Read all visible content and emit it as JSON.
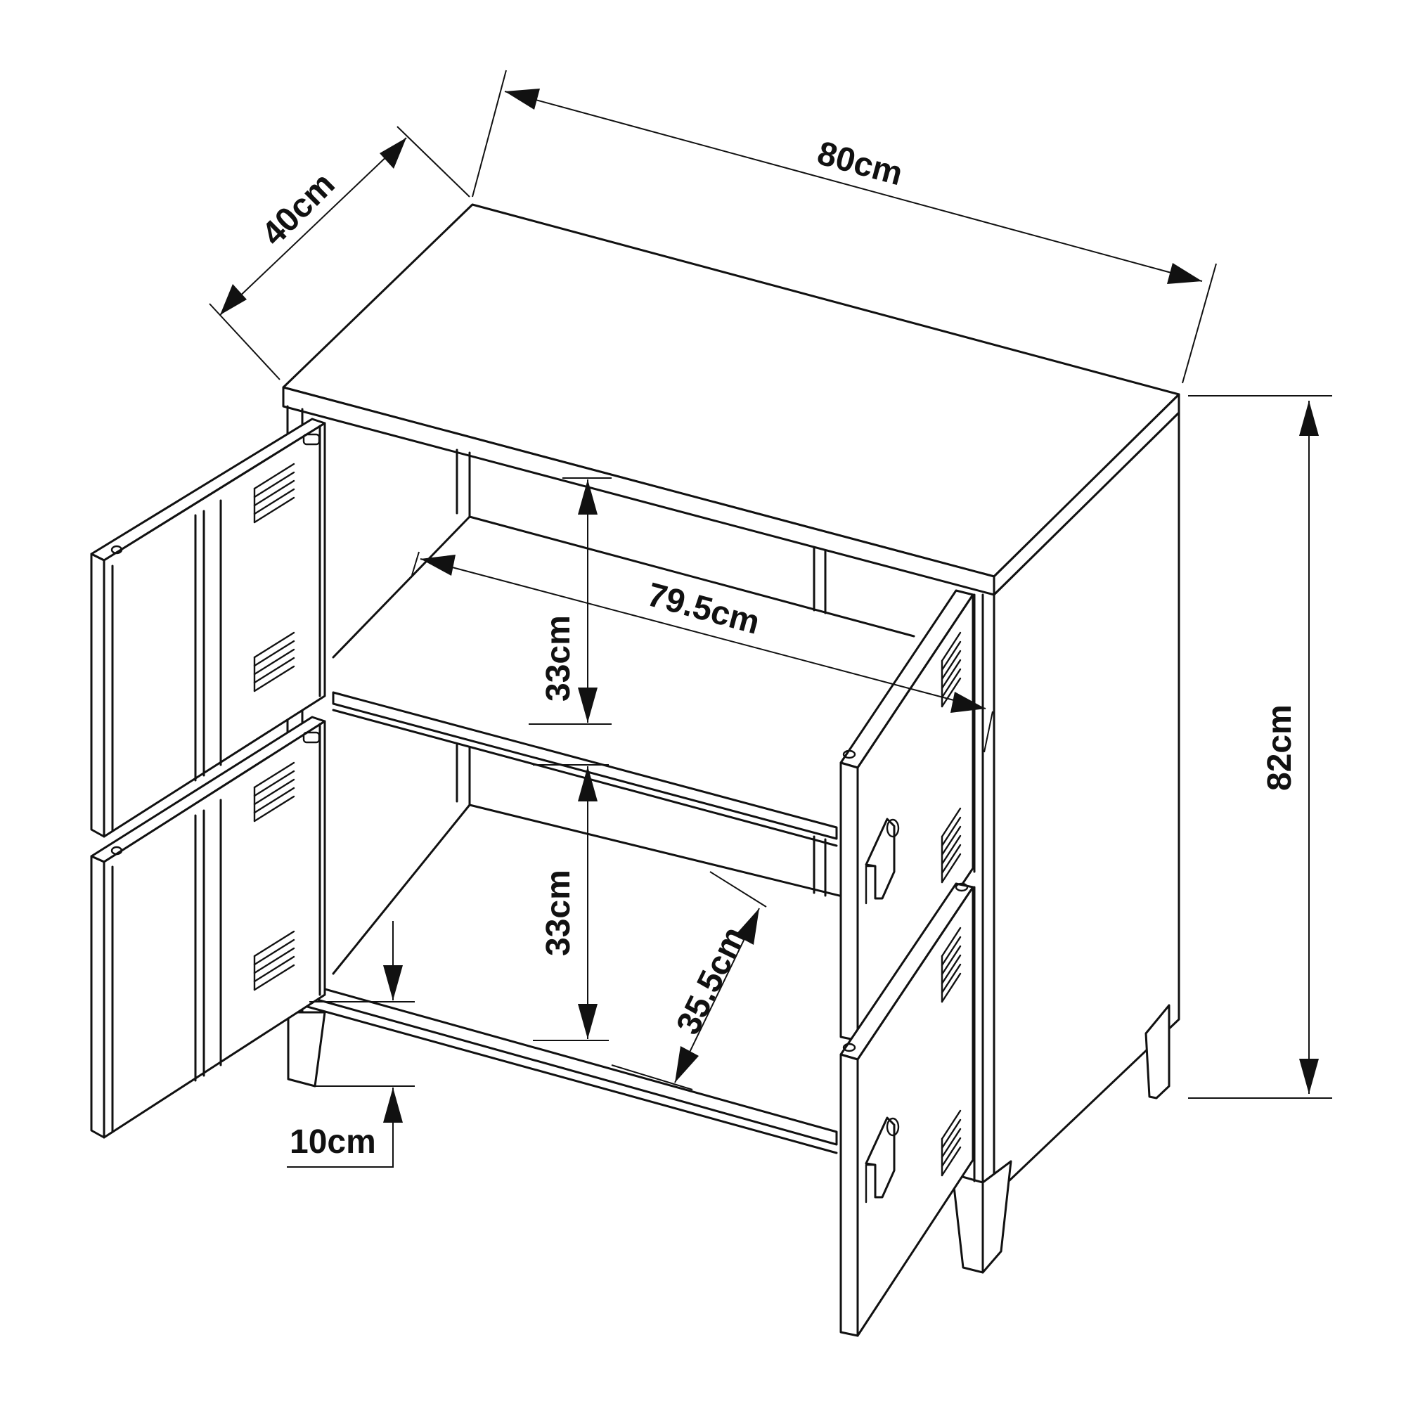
{
  "diagram": {
    "subject": "Two-door metal locker cabinet with open doors and inner shelf",
    "colors": {
      "line": "#111111",
      "background": "#ffffff"
    },
    "dimensions": {
      "width": "80cm",
      "depth": "40cm",
      "height": "82cm",
      "inner_width": "79.5cm",
      "upper_compartment_height": "33cm",
      "lower_compartment_height": "33cm",
      "inner_depth": "35.5cm",
      "leg_height": "10cm"
    },
    "parts": {
      "doors": 4,
      "door_vents_per_door": 2,
      "handles": 2,
      "legs": 4,
      "shelves": 1
    }
  }
}
